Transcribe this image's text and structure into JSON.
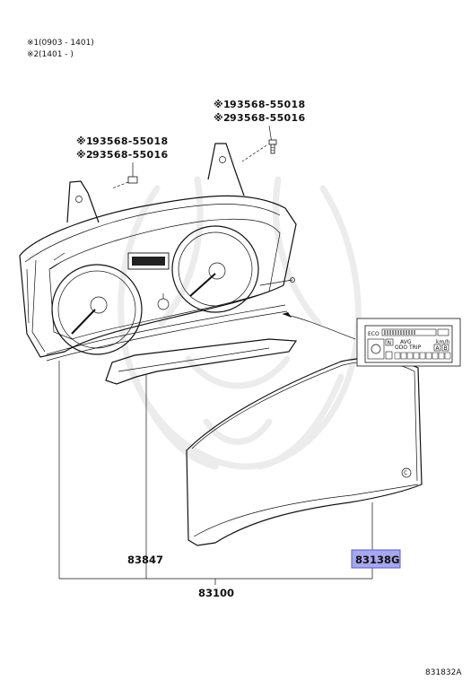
{
  "notes": [
    {
      "mark": "※1",
      "range": "(0903 - 1401)"
    },
    {
      "mark": "※2",
      "range": "(1401 -       )"
    }
  ],
  "screws": [
    {
      "lines": [
        {
          "mark": "※1",
          "part": "93568-55018"
        },
        {
          "mark": "※2",
          "part": "93568-55016"
        }
      ]
    },
    {
      "lines": [
        {
          "mark": "※1",
          "part": "93568-55018"
        },
        {
          "mark": "※2",
          "part": "93568-55016"
        }
      ]
    }
  ],
  "parts": {
    "plate": "83847",
    "glass": "83138G",
    "assembly": "83100"
  },
  "display": {
    "eco": "ECO",
    "n": "N",
    "avg": "AVG",
    "odo_trip": "ODO TRIP",
    "a": "A",
    "b": "B",
    "kmh": "km/h"
  },
  "diagram_id": "831832A",
  "colors": {
    "highlight_fill": "#a7a7ee",
    "highlight_stroke": "#5b5bcc",
    "line": "#111111",
    "watermark": "#ececec"
  }
}
